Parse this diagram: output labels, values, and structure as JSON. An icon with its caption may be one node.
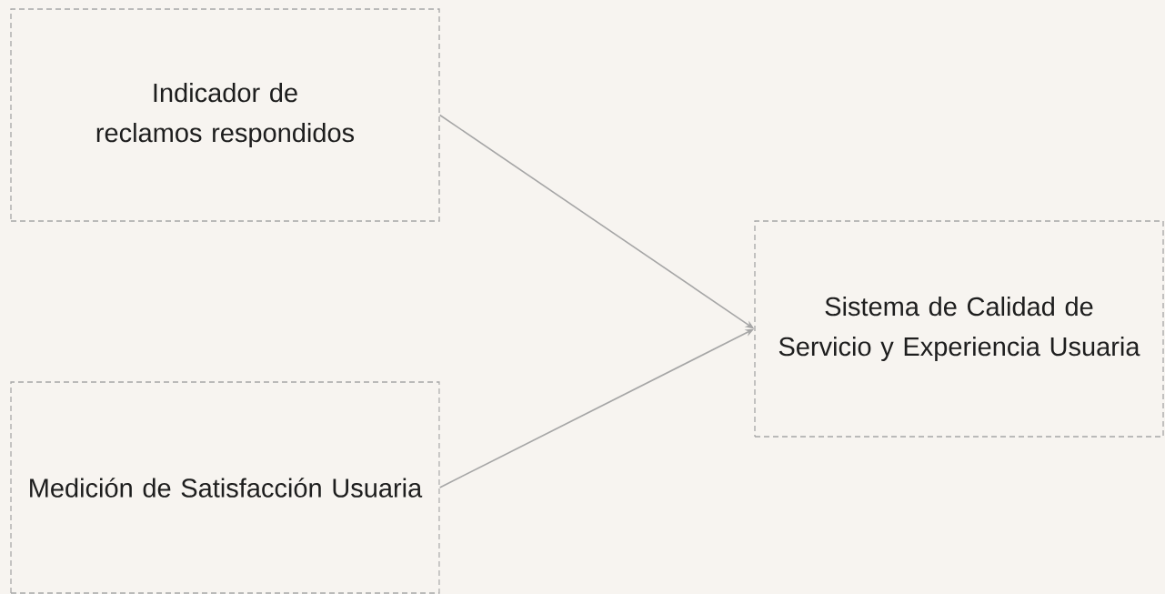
{
  "diagram": {
    "nodes": [
      {
        "text": [
          "Indicador de reclamos respondidos"
        ]
      },
      {
        "text": [
          "Medición de Satisfacción Usuaria"
        ]
      },
      {
        "text": [
          "Sistema de Calidad de Servicio y Experiencia Usuaria"
        ]
      }
    ],
    "edges": [
      {
        "from": 0,
        "to": 2,
        "arrow": "to"
      },
      {
        "from": 1,
        "to": 2,
        "arrow": "to"
      }
    ]
  }
}
